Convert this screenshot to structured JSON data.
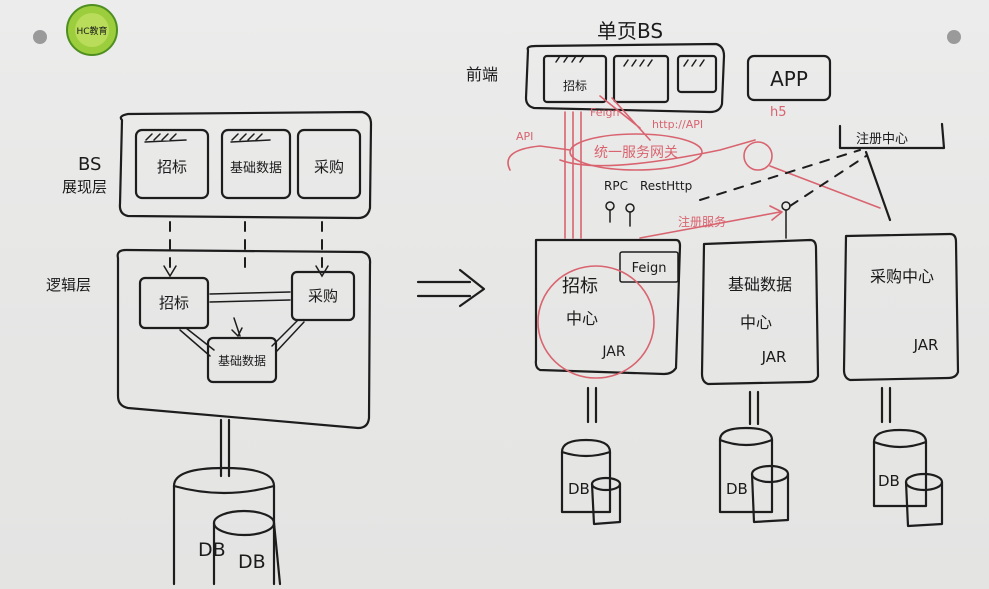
{
  "logo": {
    "text": "HC教育"
  },
  "left": {
    "bs_label_line1": "BS",
    "bs_label_line2": "展现层",
    "logic_label": "逻辑层",
    "view_boxes": [
      "招标",
      "基础数据",
      "采购"
    ],
    "logic_boxes": [
      "招标",
      "采购",
      "基础数据"
    ],
    "db_labels": [
      "DB",
      "DB"
    ]
  },
  "arrow_label": "⟹",
  "right": {
    "title": "单页BS",
    "frontend_label": "前端",
    "frontend_mini": [
      "招标",
      "",
      ""
    ],
    "app_box": "APP",
    "app_sub": "h5",
    "gateway": "统一服务网关",
    "api_label": "API",
    "feign_top": "Feign",
    "http_api": "http://API",
    "rpc": "RPC",
    "resthttp": "RestHttp",
    "register_arrow": "注册服务",
    "registry": "注册中心",
    "feign_box": "Feign",
    "services": [
      {
        "line1": "招标",
        "line2": "中心",
        "jar": "JAR"
      },
      {
        "line1": "基础数据",
        "line2": "中心",
        "jar": "JAR"
      },
      {
        "line1": "采购中心",
        "line2": "",
        "jar": "JAR"
      }
    ],
    "db_label": "DB"
  }
}
